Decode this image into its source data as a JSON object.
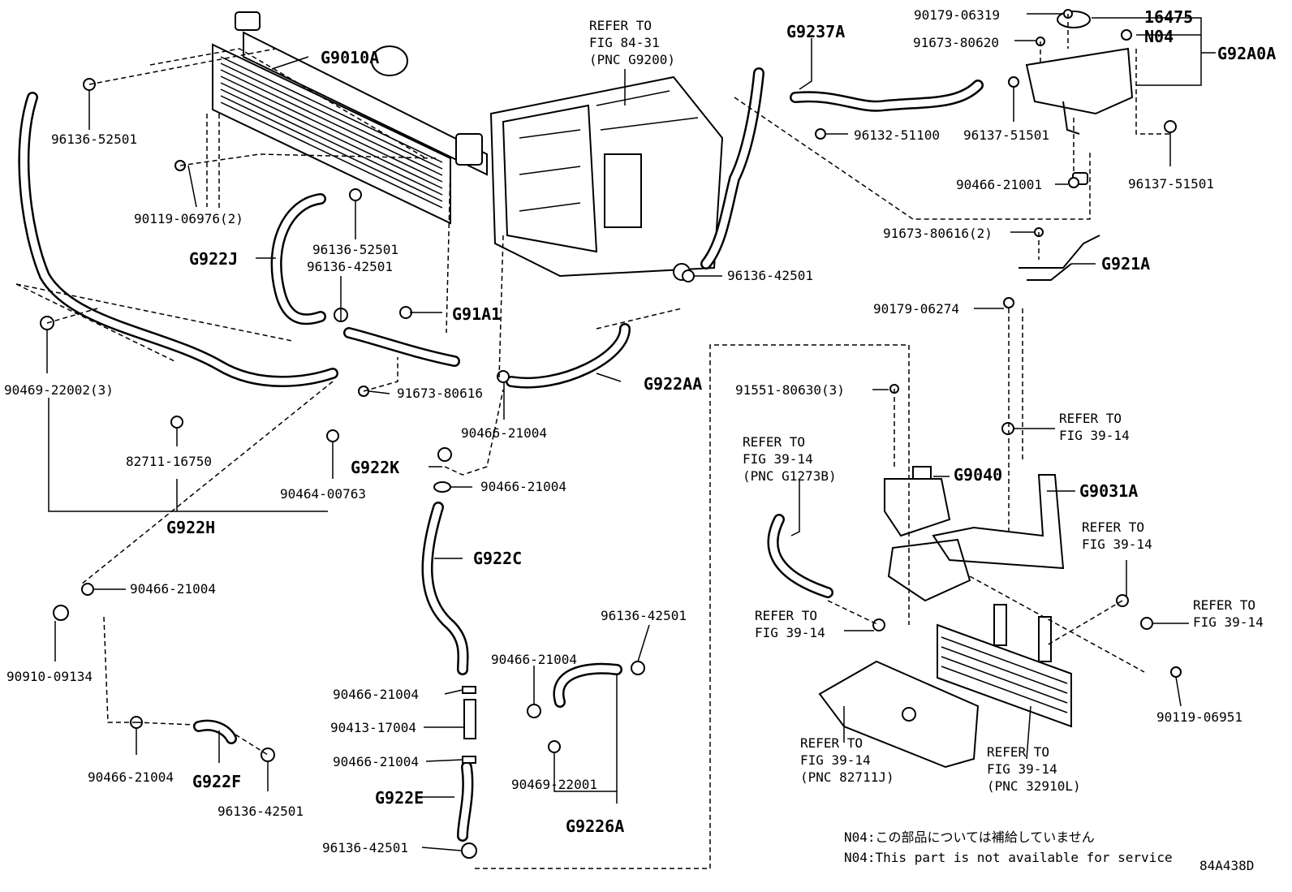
{
  "figure_code": "84A438D",
  "notes": {
    "jp": "N04:この部品については補給していません",
    "en": "N04:This part is not available for service"
  },
  "labels": {
    "g9010a": "G9010A",
    "p96136_52501_a": "96136-52501",
    "p90119_06976": "90119-06976(2)",
    "g922j": "G922J",
    "p96136_52501_b": "96136-52501",
    "p96136_42501_a": "96136-42501",
    "g91a1": "G91A1",
    "p90469_22002": "90469-22002(3)",
    "p91673_80616_a": "91673-80616",
    "p82711_16750": "82711-16750",
    "p90464_00763": "90464-00763",
    "g922h": "G922H",
    "p90466_21004_a": "90466-21004",
    "g922k": "G922K",
    "p90466_21004_b": "90466-21004",
    "g922c": "G922C",
    "p90466_21004_c": "90466-21004",
    "p90910_09134": "90910-09134",
    "p90466_21004_d": "90466-21004",
    "g922f": "G922F",
    "p96136_42501_b": "96136-42501",
    "p90466_21004_e": "90466-21004",
    "p90413_17004": "90413-17004",
    "p90466_21004_f": "90466-21004",
    "g922e": "G922E",
    "p96136_42501_c": "96136-42501",
    "p96136_42501_d": "96136-42501",
    "p90466_21004_g": "90466-21004",
    "p90469_22001": "90469-22001",
    "g9226a": "G9226A",
    "g922aa": "G922AA",
    "p96136_42501_e": "96136-42501",
    "refer_84_1": "REFER TO",
    "refer_84_2": "FIG 84-31",
    "refer_84_3": "(PNC G9200)",
    "g9237a": "G9237A",
    "p96132_51100": "96132-51100",
    "p96137_51501_a": "96137-51501",
    "p90179_06319": "90179-06319",
    "p91673_80620": "91673-80620",
    "p16475": "16475",
    "n04": "N04",
    "g92a0a": "G92A0A",
    "p96137_51501_b": "96137-51501",
    "p90466_21001": "90466-21001",
    "p91673_80616_b": "91673-80616(2)",
    "g921a": "G921A",
    "p90179_06274": "90179-06274",
    "p91551_80630": "91551-80630(3)",
    "refer_a1": "REFER TO",
    "refer_a2": "FIG 39-14",
    "g9040": "G9040",
    "refer_b1": "REFER TO",
    "refer_b2": "FIG 39-14",
    "refer_b3": "(PNC G1273B)",
    "g9031a": "G9031A",
    "refer_c1": "REFER TO",
    "refer_c2": "FIG 39-14",
    "refer_d1": "REFER TO",
    "refer_d2": "FIG 39-14",
    "refer_e1": "REFER TO",
    "refer_e2": "FIG 39-14",
    "p90119_06951": "90119-06951",
    "refer_f1": "REFER TO",
    "refer_f2": "FIG 39-14",
    "refer_f3": "(PNC 82711J)",
    "refer_g1": "REFER TO",
    "refer_g2": "FIG 39-14",
    "refer_g3": "(PNC 32910L)"
  }
}
